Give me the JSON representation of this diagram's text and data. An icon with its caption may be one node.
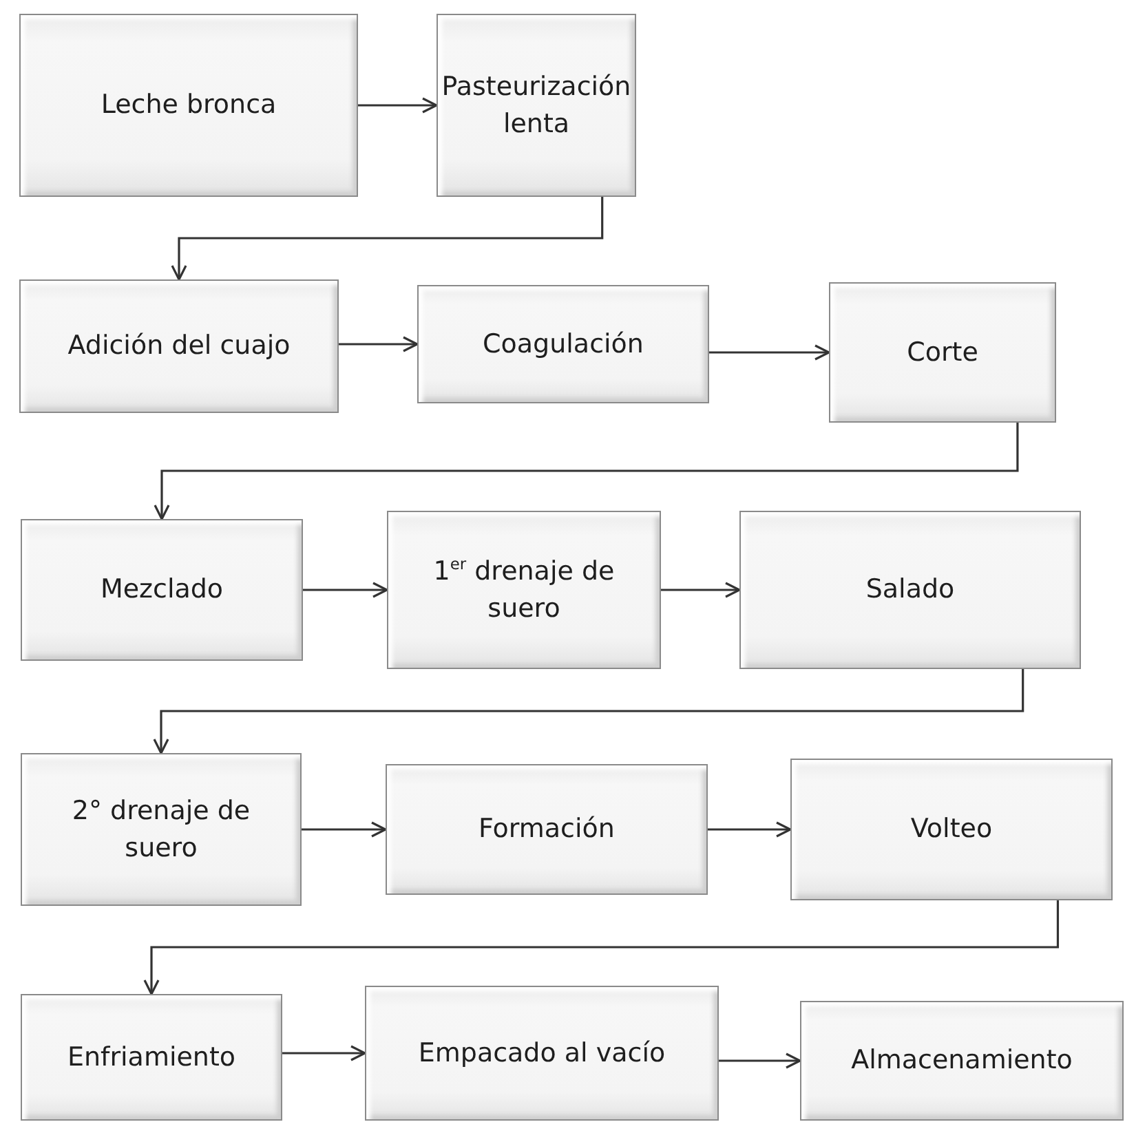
{
  "diagram": {
    "nodes": [
      {
        "text": [
          "Leche bronca"
        ]
      },
      {
        "text": [
          "Pasteurización lenta"
        ]
      },
      {
        "text": [
          "Adición del cuajo"
        ]
      },
      {
        "text": [
          "Coagulación"
        ]
      },
      {
        "text": [
          "Corte"
        ]
      },
      {
        "text": [
          "Mezclado"
        ]
      },
      {
        "text": [
          "1$^{er}$ drenaje de suero"
        ]
      },
      {
        "text": [
          "Salado"
        ]
      },
      {
        "text": [
          "2° drenaje de suero"
        ]
      },
      {
        "text": [
          "Formación"
        ]
      },
      {
        "text": [
          "Volteo"
        ]
      },
      {
        "text": [
          "Enfriamiento"
        ]
      },
      {
        "text": [
          "Empacado al vacío"
        ]
      },
      {
        "text": [
          "Almacenamiento"
        ]
      }
    ],
    "edges": [
      {
        "from": 0,
        "to": 1,
        "arrow": "to"
      },
      {
        "from": 1,
        "to": 2,
        "arrow": "to"
      },
      {
        "from": 2,
        "to": 3,
        "arrow": "to"
      },
      {
        "from": 3,
        "to": 4,
        "arrow": "to"
      },
      {
        "from": 4,
        "to": 5,
        "arrow": "to"
      },
      {
        "from": 5,
        "to": 6,
        "arrow": "to"
      },
      {
        "from": 6,
        "to": 7,
        "arrow": "to"
      },
      {
        "from": 7,
        "to": 8,
        "arrow": "to"
      },
      {
        "from": 8,
        "to": 9,
        "arrow": "to"
      },
      {
        "from": 9,
        "to": 10,
        "arrow": "to"
      },
      {
        "from": 10,
        "to": 11,
        "arrow": "to"
      },
      {
        "from": 11,
        "to": 12,
        "arrow": "to"
      },
      {
        "from": 12,
        "to": 13,
        "arrow": "to"
      }
    ]
  }
}
